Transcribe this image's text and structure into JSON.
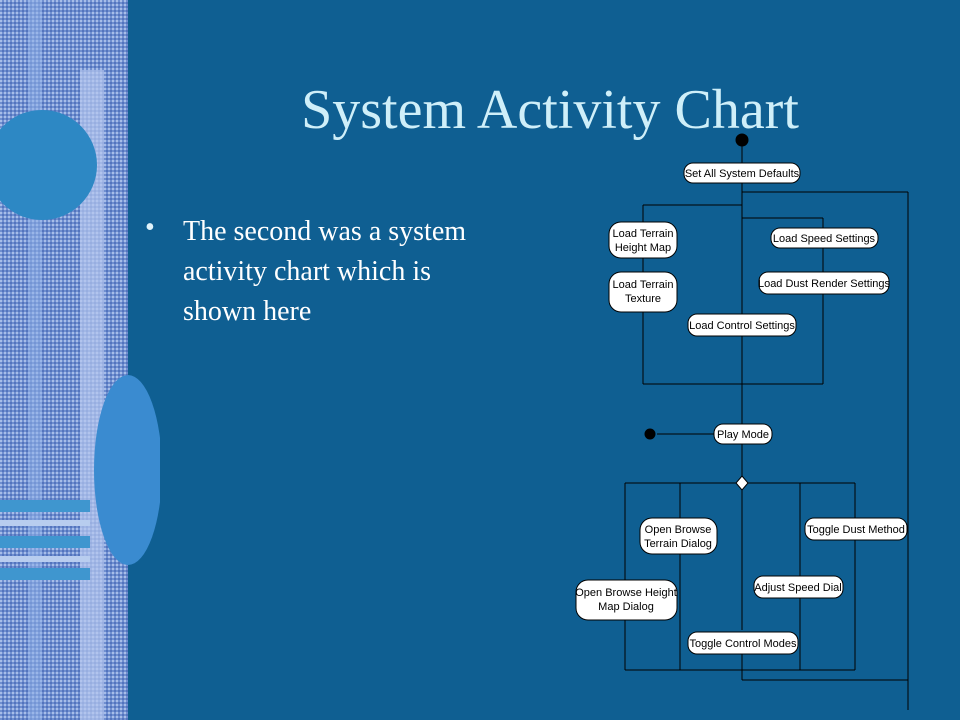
{
  "slide": {
    "title": "System Activity Chart",
    "bullet": "The second was a system activity chart which is shown here"
  },
  "diagram": {
    "nodes": {
      "set_defaults": "Set All System Defaults",
      "load_height_map": [
        "Load Terrain",
        "Height Map"
      ],
      "load_texture": [
        "Load Terrain",
        "Texture"
      ],
      "load_speed": "Load Speed Settings",
      "load_dust": "Load Dust Render Settings",
      "load_control": "Load Control Settings",
      "play_mode": "Play Mode",
      "open_terrain": [
        "Open Browse",
        "Terrain Dialog"
      ],
      "open_height": [
        "Open Browse Height",
        "Map Dialog"
      ],
      "toggle_dust": "Toggle Dust Method",
      "adjust_speed": "Adjust Speed Dial",
      "toggle_control": "Toggle Control Modes"
    }
  },
  "colors": {
    "background": "#0f5f92",
    "title": "#cfeff9",
    "text": "#ffffff"
  }
}
